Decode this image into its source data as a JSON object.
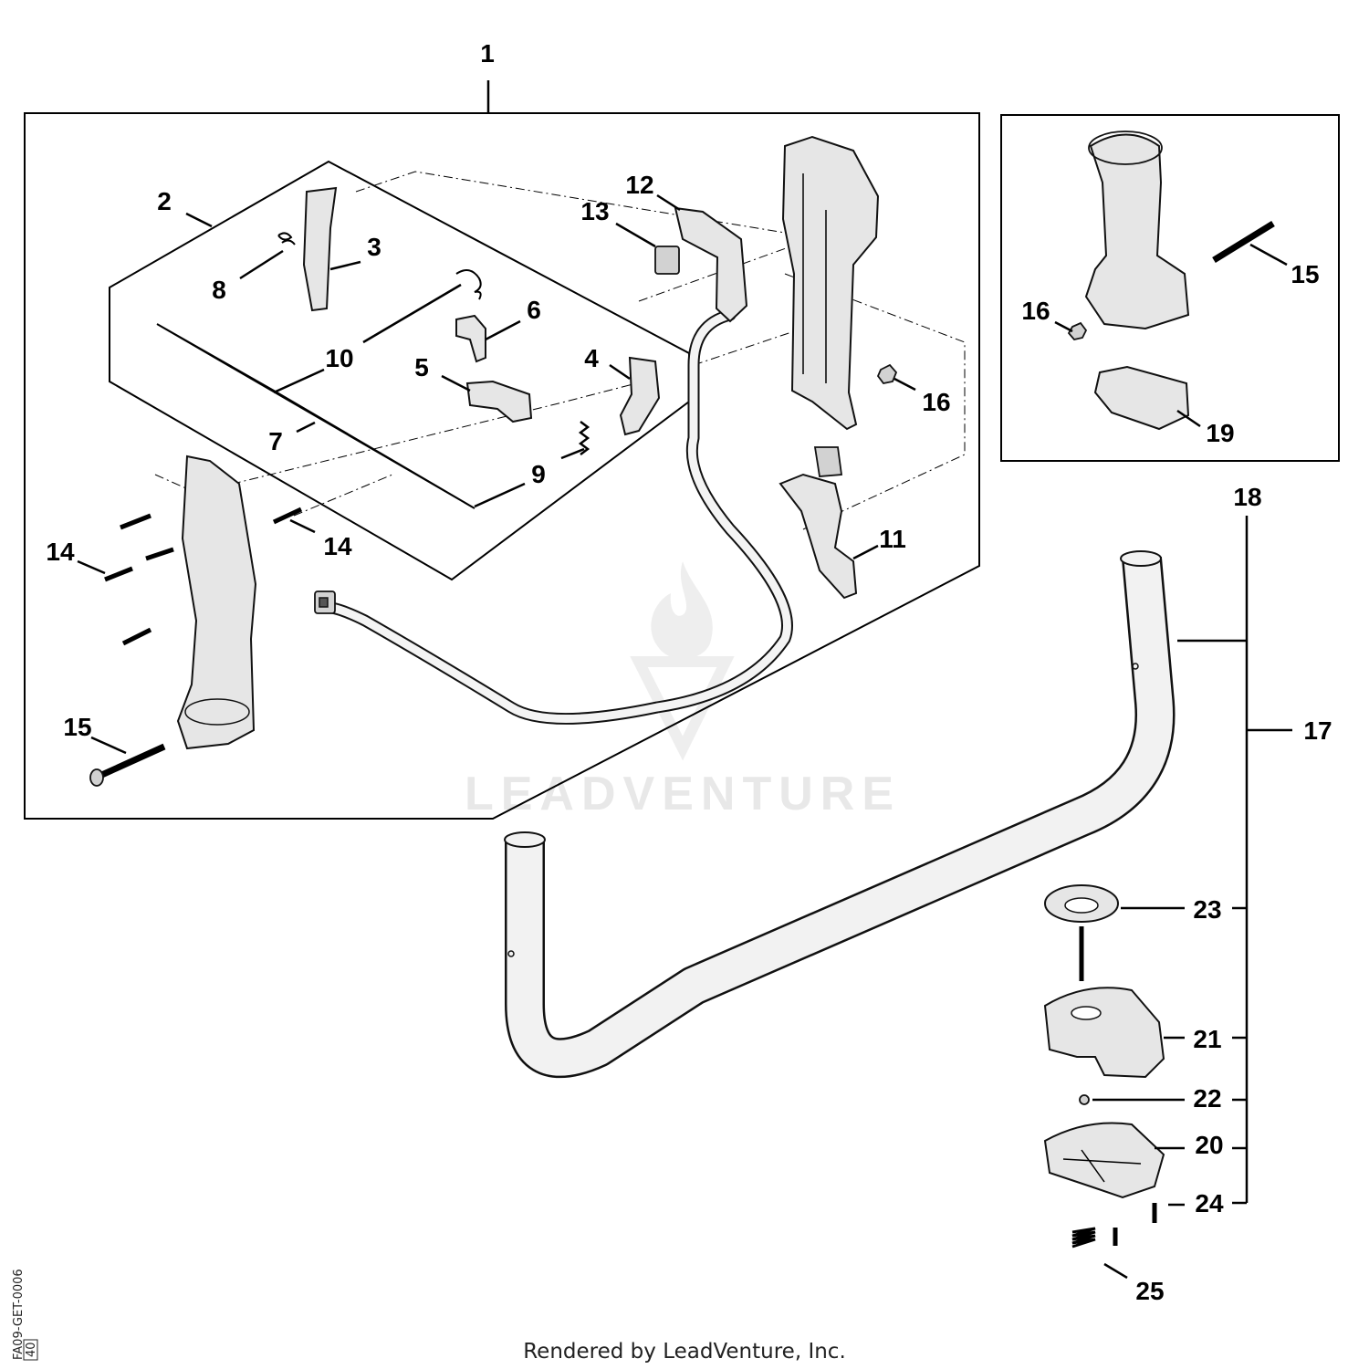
{
  "diagram": {
    "labels": {
      "l1": "1",
      "l2": "2",
      "l3": "3",
      "l4": "4",
      "l5": "5",
      "l6": "6",
      "l7": "7",
      "l8": "8",
      "l9": "9",
      "l10": "10",
      "l11": "11",
      "l12": "12",
      "l13": "13",
      "l14a": "14",
      "l14b": "14",
      "l15a": "15",
      "l15b": "15",
      "l16a": "16",
      "l16b": "16",
      "l17": "17",
      "l18": "18",
      "l19": "19",
      "l20": "20",
      "l21": "21",
      "l22": "22",
      "l23": "23",
      "l24": "24",
      "l25": "25"
    },
    "watermark": "LEADVENTURE",
    "figure_code": "FA09-GET-0006",
    "figure_sub": "40",
    "footer": "Rendered by LeadVenture, Inc."
  }
}
